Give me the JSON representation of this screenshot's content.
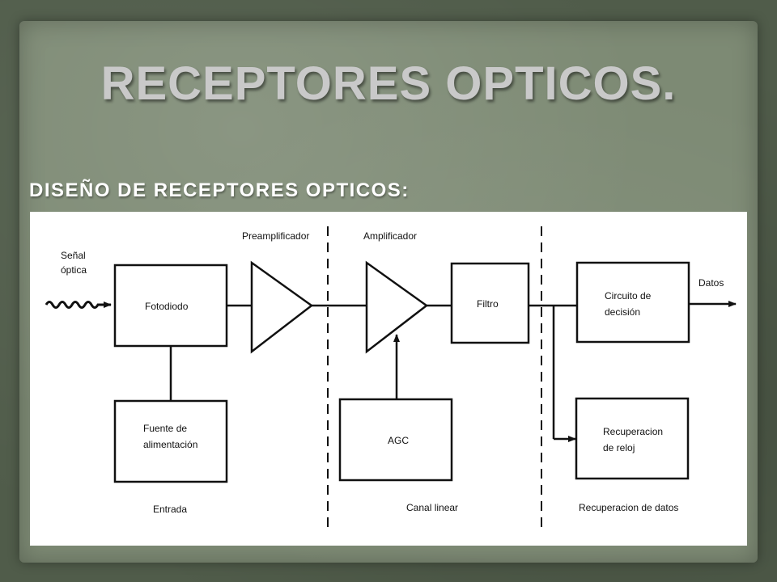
{
  "slide": {
    "title": "RECEPTORES OPTICOS.",
    "subtitle": "DISEÑO DE RECEPTORES OPTICOS:"
  },
  "diagram": {
    "input_label_line1": "Señal",
    "input_label_line2": "óptica",
    "stage_preamp": "Preamplificador",
    "stage_amp": "Amplificador",
    "block_fotodiodo": "Fotodiodo",
    "block_fuente_line1": "Fuente de",
    "block_fuente_line2": "alimentación",
    "block_agc": "AGC",
    "block_filtro": "Filtro",
    "block_decision_line1": "Circuito de",
    "block_decision_line2": "decisión",
    "block_reloj_line1": "Recuperacion",
    "block_reloj_line2": "de reloj",
    "output_label": "Datos",
    "section_entrada": "Entrada",
    "section_canal": "Canal linear",
    "section_recuperacion": "Recuperacion de datos"
  }
}
